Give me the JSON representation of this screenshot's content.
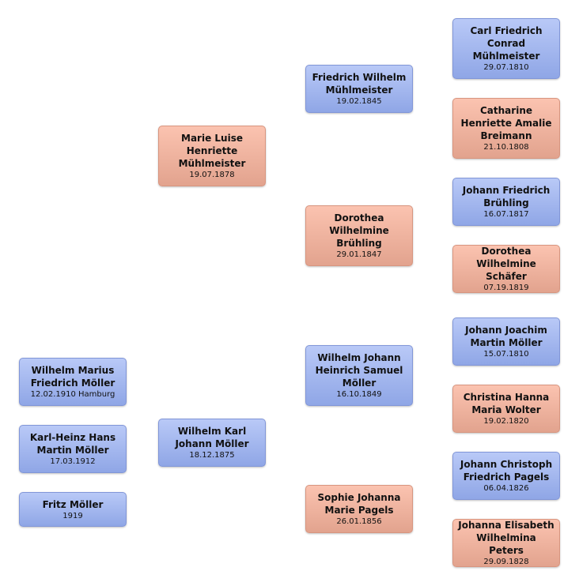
{
  "persons": {
    "p_wilhelm_marius": {
      "name": "Wilhelm Marius Friedrich Möller",
      "date": "12.02.1910 Hamburg",
      "sex": "male"
    },
    "p_karl_heinz": {
      "name": "Karl-Heinz Hans Martin Möller",
      "date": "17.03.1912",
      "sex": "male"
    },
    "p_fritz": {
      "name": "Fritz Möller",
      "date": "1919",
      "sex": "male"
    },
    "p_marie_luise": {
      "name": "Marie Luise Henriette Mühlmeister",
      "date": "19.07.1878",
      "sex": "female"
    },
    "p_wilhelm_karl": {
      "name": "Wilhelm Karl Johann Möller",
      "date": "18.12.1875",
      "sex": "male"
    },
    "p_friedrich_wilhelm": {
      "name": "Friedrich Wilhelm Mühlmeister",
      "date": "19.02.1845",
      "sex": "male"
    },
    "p_dorothea_wb": {
      "name": "Dorothea Wilhelmine Brühling",
      "date": "29.01.1847",
      "sex": "female"
    },
    "p_wilhelm_johann": {
      "name": "Wilhelm Johann Heinrich Samuel Möller",
      "date": "16.10.1849",
      "sex": "male"
    },
    "p_sophie": {
      "name": "Sophie Johanna Marie Pagels",
      "date": "26.01.1856",
      "sex": "female"
    },
    "p_carl": {
      "name": "Carl Friedrich Conrad Mühlmeister",
      "date": "29.07.1810",
      "sex": "male"
    },
    "p_catharine": {
      "name": "Catharine Henriette Amalie Breimann",
      "date": "21.10.1808",
      "sex": "female"
    },
    "p_johann_friedrich": {
      "name": "Johann Friedrich Brühling",
      "date": "16.07.1817",
      "sex": "male"
    },
    "p_dorothea_ws": {
      "name": "Dorothea Wilhelmine Schäfer",
      "date": "07.19.1819",
      "sex": "female"
    },
    "p_johann_joachim": {
      "name": "Johann Joachim Martin Möller",
      "date": "15.07.1810",
      "sex": "male"
    },
    "p_christina": {
      "name": "Christina Hanna Maria Wolter",
      "date": "19.02.1820",
      "sex": "female"
    },
    "p_johann_christoph": {
      "name": "Johann Christoph Friedrich Pagels",
      "date": "06.04.1826",
      "sex": "male"
    },
    "p_johanna": {
      "name": "Johanna Elisabeth Wilhelmina Peters",
      "date": "29.09.1828",
      "sex": "female"
    }
  },
  "colors": {
    "male": "#9fb4ee",
    "female": "#f0b39f"
  }
}
